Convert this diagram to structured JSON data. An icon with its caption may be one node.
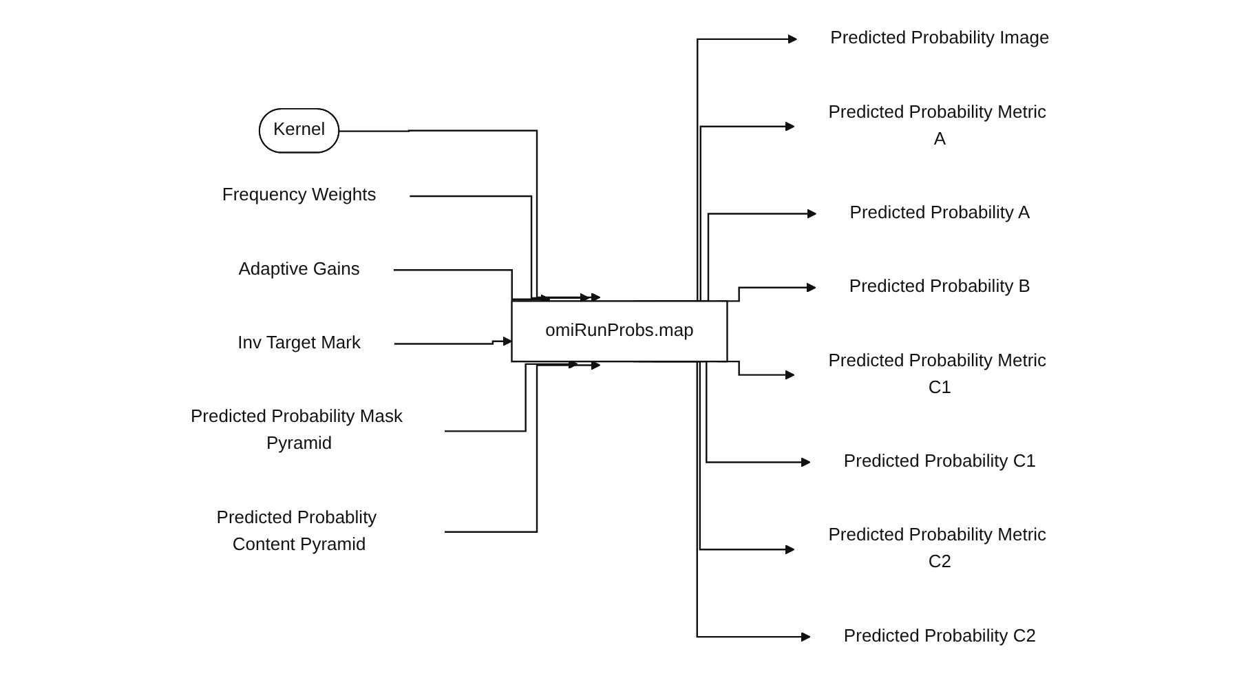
{
  "diagram": {
    "nodes": [
      {
        "text": [
          "Kernel"
        ]
      },
      {
        "text": [
          "Frequency Weights"
        ]
      },
      {
        "text": [
          "Adaptive Gains"
        ]
      },
      {
        "text": [
          "Inv Target Mark"
        ]
      },
      {
        "text": [
          "Predicted Probability Mask Pyramid"
        ]
      },
      {
        "text": [
          "Predicted Probablity Content Pyramid"
        ]
      },
      {
        "text": [
          "omiRunProbs.map"
        ]
      },
      {
        "text": [
          "Predicted Probability Image"
        ]
      },
      {
        "text": [
          "Predicted Probability Metric A"
        ]
      },
      {
        "text": [
          "Predicted Probability A"
        ]
      },
      {
        "text": [
          "Predicted Probability B"
        ]
      },
      {
        "text": [
          "Predicted Probability Metric C1"
        ]
      },
      {
        "text": [
          "Predicted Probability C1"
        ]
      },
      {
        "text": [
          "Predicted Probability Metric C2"
        ]
      },
      {
        "text": [
          "Predicted Probability C2"
        ]
      }
    ],
    "edges": [
      {
        "from": 0,
        "to": 6,
        "arrow": "to"
      },
      {
        "from": 1,
        "to": 6,
        "arrow": "to"
      },
      {
        "from": 2,
        "to": 6,
        "arrow": "to"
      },
      {
        "from": 3,
        "to": 6,
        "arrow": "to"
      },
      {
        "from": 4,
        "to": 6,
        "arrow": "to"
      },
      {
        "from": 5,
        "to": 6,
        "arrow": "to"
      },
      {
        "from": 6,
        "to": 7,
        "arrow": "to"
      },
      {
        "from": 6,
        "to": 8,
        "arrow": "to"
      },
      {
        "from": 6,
        "to": 9,
        "arrow": "to"
      },
      {
        "from": 6,
        "to": 10,
        "arrow": "to"
      },
      {
        "from": 6,
        "to": 11,
        "arrow": "to"
      },
      {
        "from": 6,
        "to": 12,
        "arrow": "to"
      },
      {
        "from": 6,
        "to": 13,
        "arrow": "to"
      },
      {
        "from": 6,
        "to": 14,
        "arrow": "to"
      }
    ]
  }
}
